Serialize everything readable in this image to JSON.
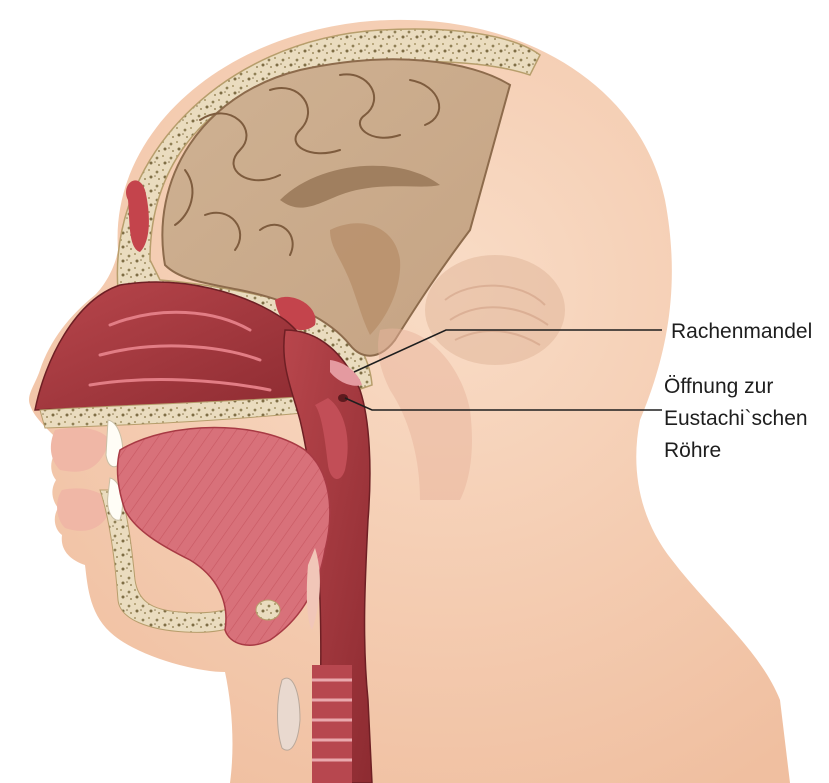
{
  "labels": {
    "adenoid": "Rachenmandel",
    "eustachian_line1": "Öffnung zur",
    "eustachian_line2": "Eustachi`schen",
    "eustachian_line3": "Röhre"
  },
  "colors": {
    "skin": "#f6cdb2",
    "skin_shadow": "#e9ad8f",
    "bone": "#e9dcc0",
    "brain": "#c9a989",
    "mucosa": "#a83c42",
    "mucosa_dark": "#7d2328",
    "tongue": "#d2646d",
    "leader_line": "#1e1e1e"
  }
}
